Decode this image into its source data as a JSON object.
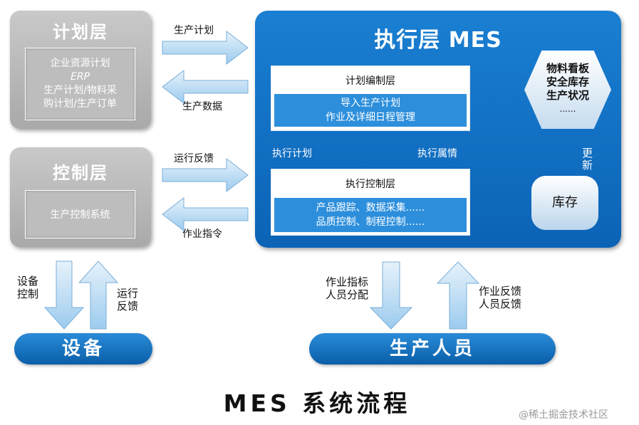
{
  "plan_layer": {
    "title": "计划层",
    "lines": [
      "企业资源计划",
      "ERP",
      "生产计划/物料采",
      "购计划/生产订单"
    ]
  },
  "control_layer": {
    "title": "控制层",
    "inner": "生产控制系统"
  },
  "arrows": {
    "production_plan": "生产计划",
    "production_data": "生产数据",
    "run_feedback": "运行反馈",
    "work_instruction": "作业指令",
    "device_control_1": "设备",
    "device_control_2": "控制",
    "device_feedback_1": "运行",
    "device_feedback_2": "反馈",
    "staff_down_1": "作业指标",
    "staff_down_2": "人员分配",
    "staff_up_1": "作业反馈",
    "staff_up_2": "人员反馈",
    "update_1": "更",
    "update_2": "新"
  },
  "mes": {
    "title": "执行层 MES",
    "planning": {
      "title": "计划编制层",
      "line1": "导入生产计划",
      "line2": "作业及详细日程管理"
    },
    "exec_plan": "执行计划",
    "exec_status": "执行属情",
    "control": {
      "title": "执行控制层",
      "line1": "产品跟踪、数据采集......",
      "line2": "品质控制、制程控制......"
    },
    "hexagon": [
      "物料看板",
      "安全库存",
      "生产状况",
      "......"
    ],
    "stock": "库存"
  },
  "bottom": {
    "equipment": "设备",
    "staff": "生产人员"
  },
  "caption": "MES 系统流程",
  "watermark": "@稀土掘金技术社区",
  "colors": {
    "mes_blue": "#0b63b6",
    "grey": "#b0b0b0",
    "arrow": "#cfe5f7"
  }
}
